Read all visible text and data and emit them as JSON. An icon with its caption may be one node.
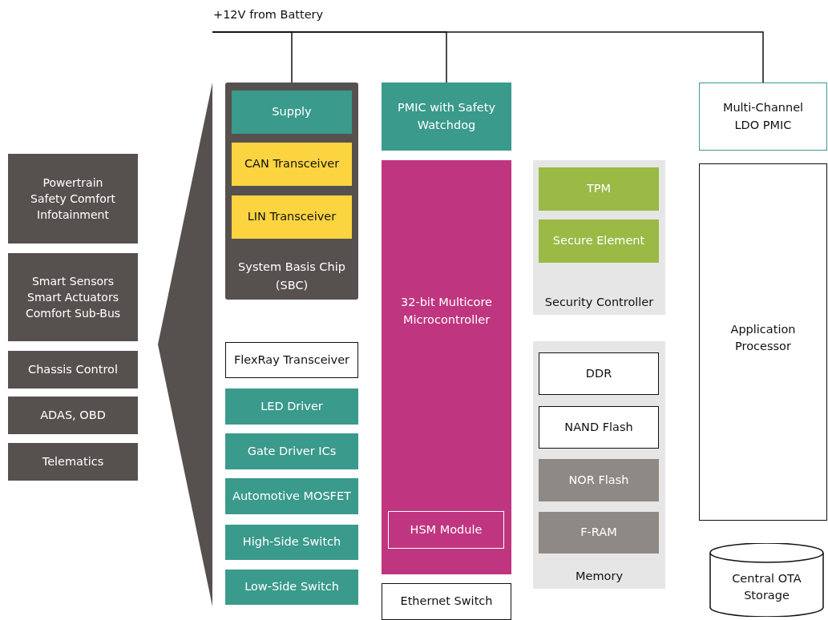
{
  "diagram": {
    "nodes": [
      {
        "text": [
          "+12V from Battery"
        ]
      },
      {
        "text": [
          "Powertrain Safety Comfort Infotainment"
        ]
      },
      {
        "text": [
          "Smart Sensors Smart Actuators Comfort Sub-Bus"
        ]
      },
      {
        "text": [
          "Chassis Control"
        ]
      },
      {
        "text": [
          "ADAS, OBD"
        ]
      },
      {
        "text": [
          "Telematics"
        ]
      },
      {
        "text": [
          "System Basis Chip (SBC)"
        ]
      },
      {
        "text": [
          "Supply"
        ],
        "in": 6
      },
      {
        "text": [
          "CAN Transceiver"
        ],
        "in": 6
      },
      {
        "text": [
          "LIN Transceiver"
        ],
        "in": 6
      },
      {
        "text": [
          "FlexRay Transceiver"
        ]
      },
      {
        "text": [
          "LED Driver"
        ]
      },
      {
        "text": [
          "Gate Driver ICs"
        ]
      },
      {
        "text": [
          "Automotive MOSFET"
        ]
      },
      {
        "text": [
          "High-Side Switch"
        ]
      },
      {
        "text": [
          "Low-Side Switch"
        ]
      },
      {
        "text": [
          "PMIC with Safety Watchdog"
        ]
      },
      {
        "text": [
          "32-bit Multicore Microcontroller"
        ]
      },
      {
        "text": [
          "HSM Module"
        ],
        "in": 17
      },
      {
        "text": [
          "Ethernet Switch"
        ]
      },
      {
        "text": [
          "Security Controller"
        ]
      },
      {
        "text": [
          "TPM"
        ],
        "in": 20
      },
      {
        "text": [
          "Secure Element"
        ],
        "in": 20
      },
      {
        "text": [
          "Memory"
        ]
      },
      {
        "text": [
          "DDR"
        ],
        "in": 23
      },
      {
        "text": [
          "NAND Flash"
        ],
        "in": 23
      },
      {
        "text": [
          "NOR Flash"
        ],
        "in": 23
      },
      {
        "text": [
          "F-RAM"
        ],
        "in": 23
      },
      {
        "text": [
          "Multi-Channel LDO PMIC"
        ]
      },
      {
        "text": [
          "Application Processor"
        ]
      },
      {
        "text": [
          "Central OTA Storage"
        ]
      },
      {
        "text": [],
        "shape": "triangle"
      }
    ],
    "edges": [
      {
        "from": 0,
        "to": 6,
        "arrow": "none"
      },
      {
        "from": 0,
        "to": 16,
        "arrow": "none"
      },
      {
        "from": 0,
        "to": 28,
        "arrow": "none"
      }
    ]
  }
}
